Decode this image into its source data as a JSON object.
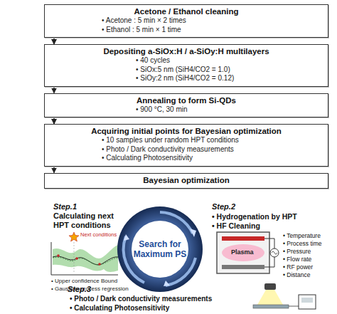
{
  "diagram": {
    "nodes": [
      {
        "text": [
          "Acetone / Ethanol cleaning",
          "• Acetone : 5 min × 2 times",
          "• Ethanol : 5 min × 1 time"
        ]
      },
      {
        "text": [
          "Depositing a-SiOx:H / a-SiOy:H multilayers",
          "• 40 cycles",
          "• SiOx:5 nm (SiH4/CO2 = 1.0)",
          "• SiOy:2 nm (SiH4/CO2 = 0.12)"
        ]
      },
      {
        "text": [
          "Annealing to form Si-QDs",
          "• 900 °C, 30 min"
        ]
      },
      {
        "text": [
          "Acquiring initial points for Bayesian optimization",
          "• 10 samples under random HPT conditions",
          "• Photo / Dark conductivity measurements",
          "• Calculating Photosensitivity"
        ]
      },
      {
        "text": [
          "Bayesian optimization"
        ]
      },
      {
        "text": [
          "Search for Maximum PS"
        ]
      }
    ],
    "edges": [
      {
        "from": 0,
        "to": 1,
        "arrow": "to"
      },
      {
        "from": 1,
        "to": 2,
        "arrow": "to"
      },
      {
        "from": 2,
        "to": 3,
        "arrow": "to"
      },
      {
        "from": 3,
        "to": 4,
        "arrow": "to"
      }
    ],
    "labels": [
      "Step.1",
      "Calculating next HPT conditions",
      "Next conditions",
      "• Upper confidence Bound",
      "• Gaussian process regression",
      "Step.2",
      "• Hydrogenation by HPT",
      "• HF Cleaning",
      "Plasma",
      "• Temperature",
      "• Process time",
      "• Pressure",
      "• Flow rate",
      "• RF power",
      "• Distance",
      "Step.3",
      "• Photo / Dark conductivity measurements",
      "• Calculating Photosensitivity"
    ]
  }
}
